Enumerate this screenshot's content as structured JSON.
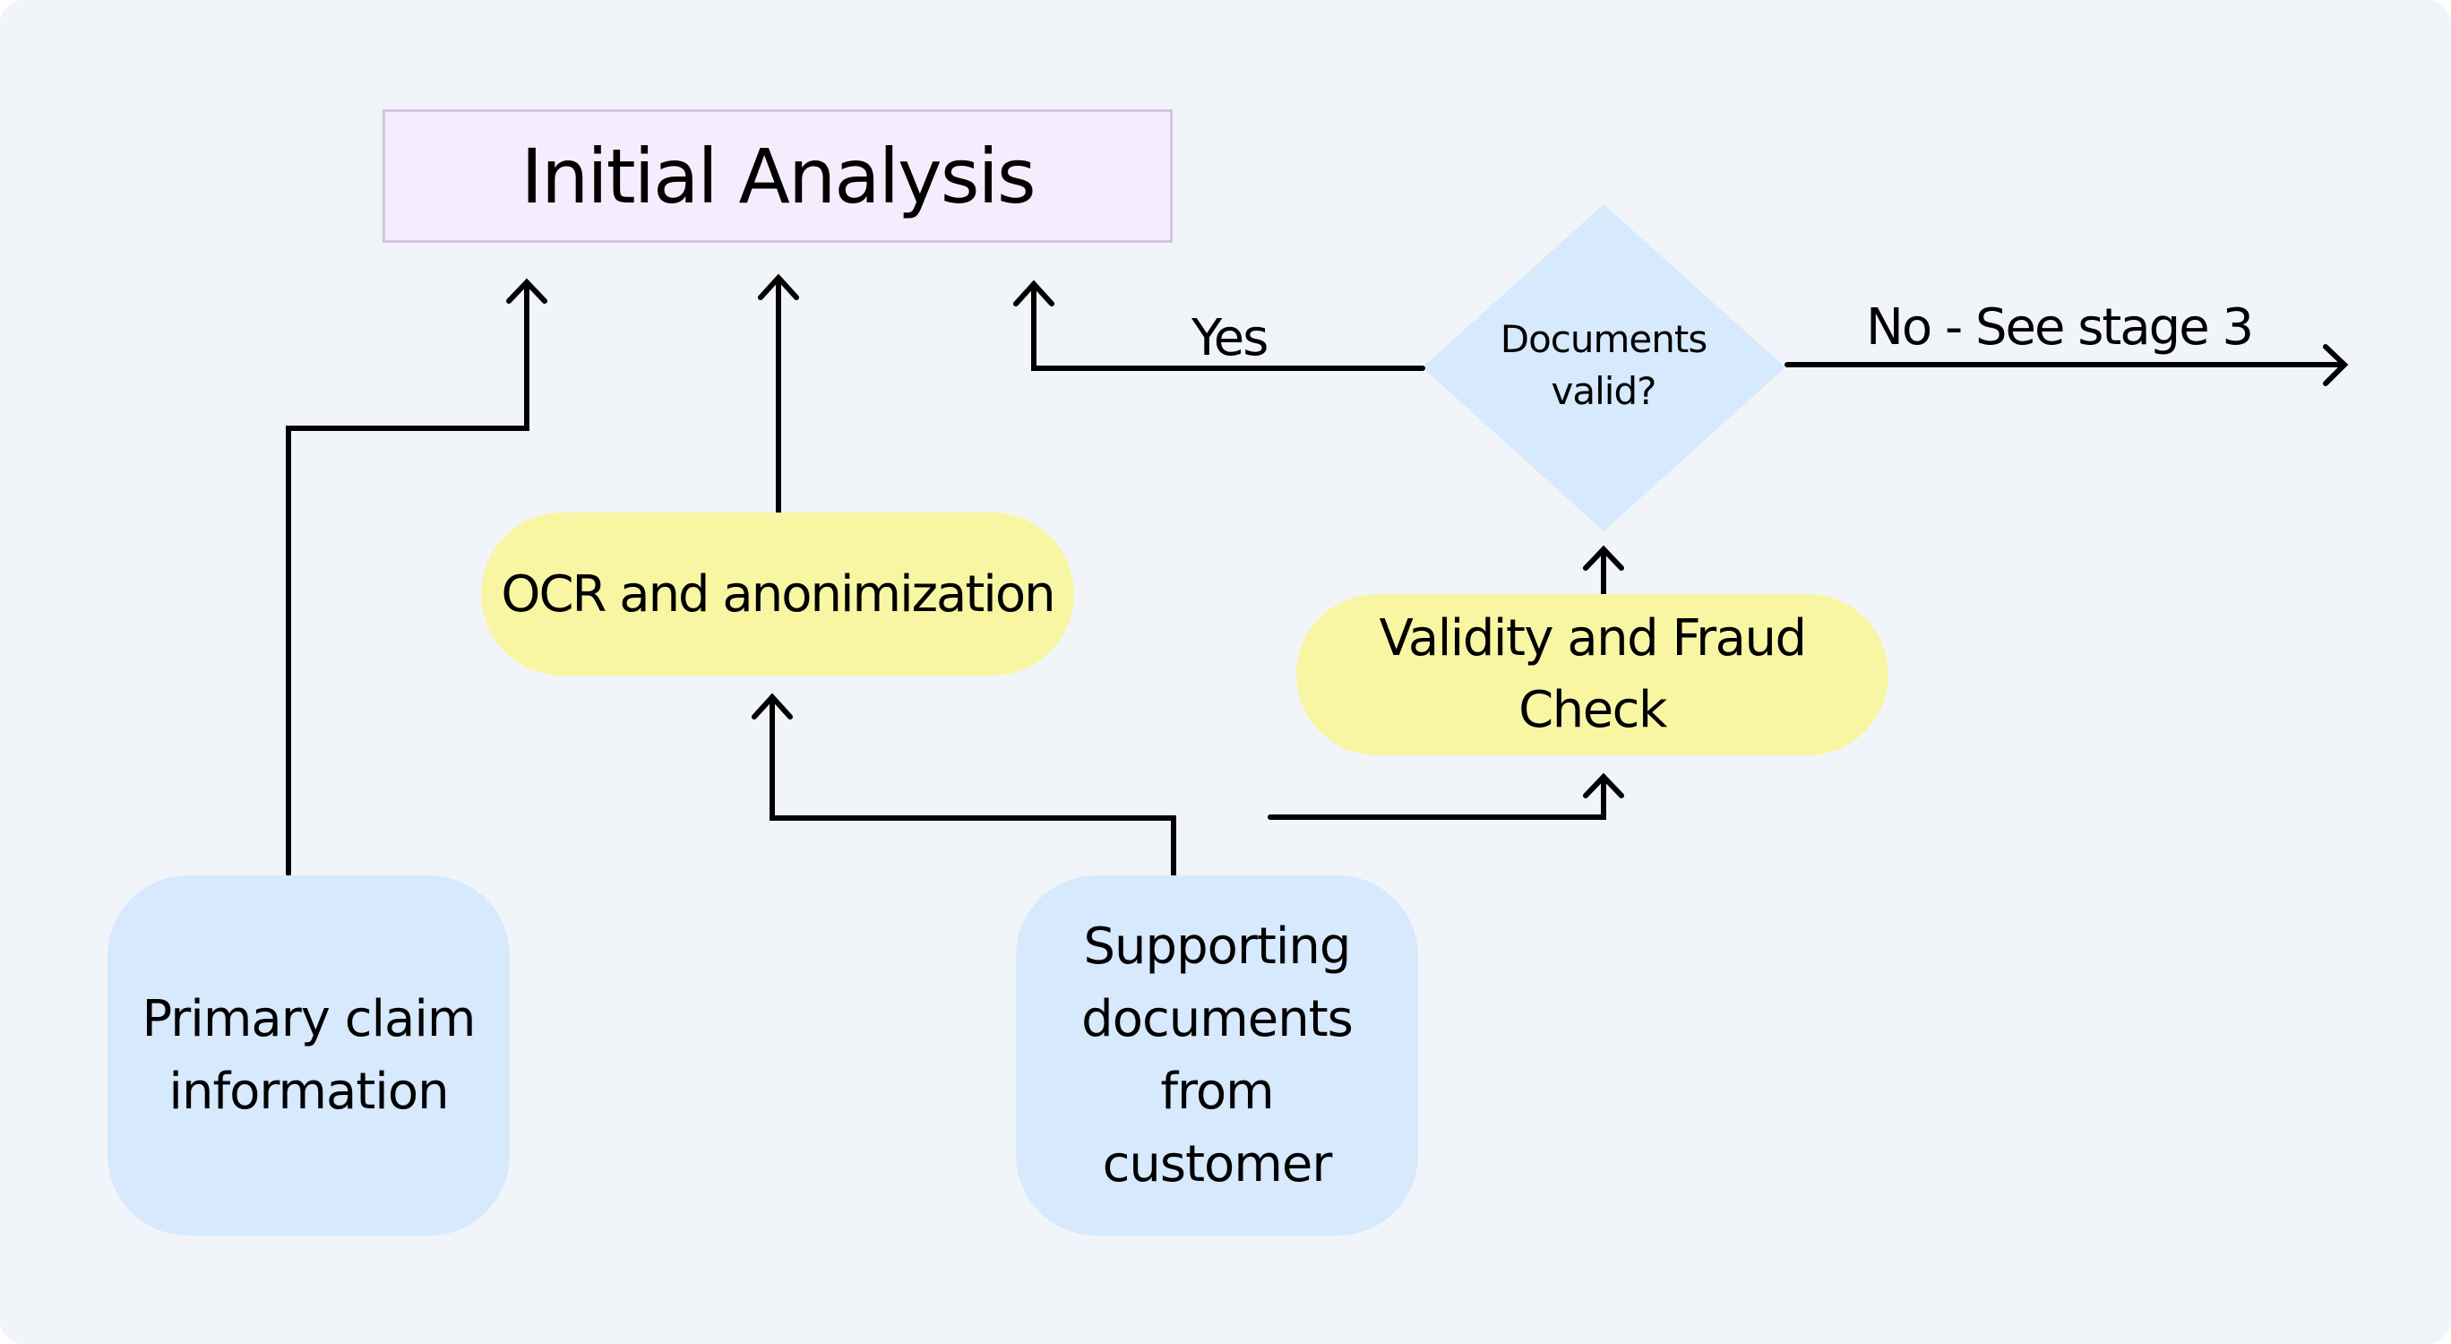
{
  "diagram": {
    "type": "flowchart",
    "nodes": {
      "initial_analysis": {
        "label": "Initial Analysis",
        "shape": "rectangle",
        "fill": "#f5edfd",
        "stroke": "#d2c4e2"
      },
      "ocr": {
        "label": "OCR and anonimization",
        "shape": "pill",
        "fill": "#f8f6a3"
      },
      "validity": {
        "label": "Validity and Fraud Check",
        "shape": "pill",
        "fill": "#f8f6a3"
      },
      "decision": {
        "label": "Documents valid?",
        "shape": "diamond",
        "fill": "#d6e9fd"
      },
      "primary_claim": {
        "label": "Primary claim information",
        "shape": "rounded-rectangle",
        "fill": "#d6e9fd"
      },
      "supporting_docs": {
        "label": "Supporting documents from customer",
        "shape": "rounded-rectangle",
        "fill": "#d6e9fd"
      }
    },
    "edges": [
      {
        "from": "primary_claim",
        "to": "initial_analysis",
        "label": ""
      },
      {
        "from": "ocr",
        "to": "initial_analysis",
        "label": ""
      },
      {
        "from": "supporting_docs",
        "to": "ocr",
        "label": ""
      },
      {
        "from": "supporting_docs",
        "to": "validity",
        "label": ""
      },
      {
        "from": "validity",
        "to": "decision",
        "label": ""
      },
      {
        "from": "decision",
        "to": "initial_analysis",
        "label": "Yes"
      },
      {
        "from": "decision",
        "to": "stage_3",
        "label": "No - See stage 3"
      }
    ],
    "edge_labels": {
      "yes": "Yes",
      "no": "No - See stage 3"
    },
    "colors": {
      "background": "#f1f5f9",
      "line": "#000000"
    }
  }
}
